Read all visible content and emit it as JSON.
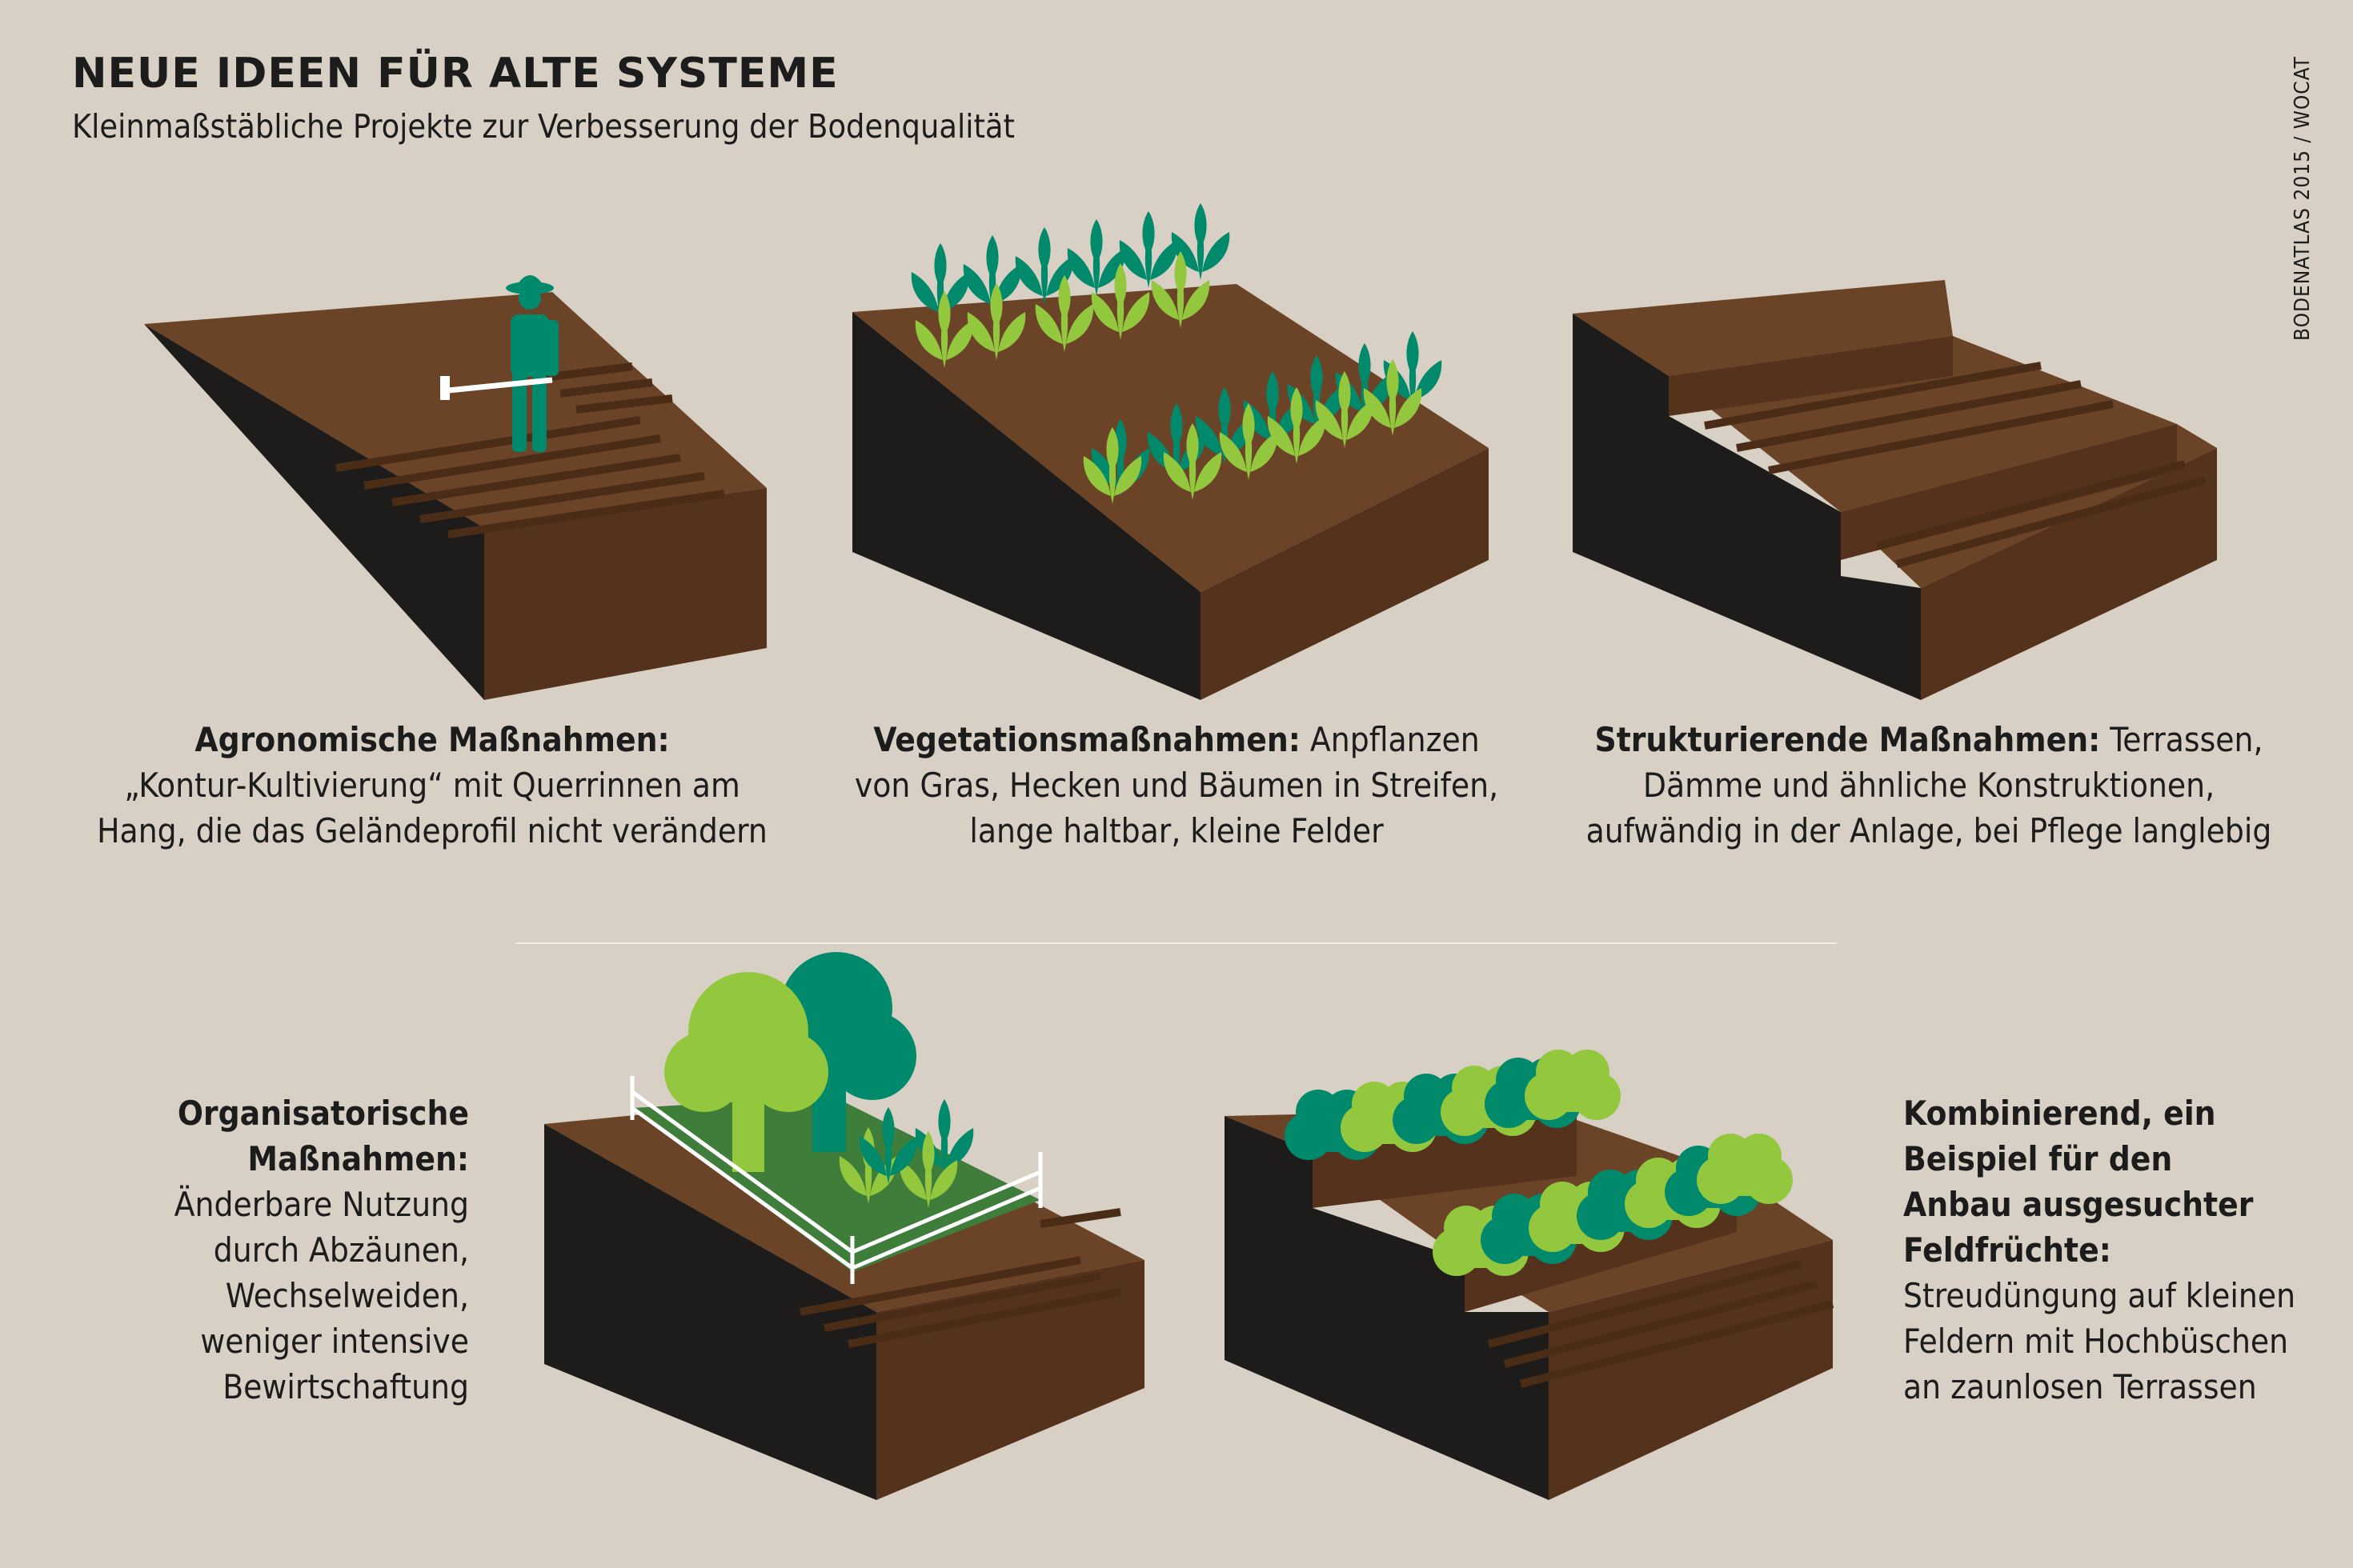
{
  "header": {
    "title": "NEUE IDEEN FÜR ALTE SYSTEME",
    "subtitle": "Kleinmaßstäbliche Projekte zur Verbesserung der Bodenqualität",
    "source": "BODENATLAS 2015 / WOCAT"
  },
  "panels": [
    {
      "heading": "Agronomische Maßnahmen:",
      "lines": [
        "„Kontur-Kultivierung“ mit Querrinnen am",
        "Hang, die das Geländeprofil nicht verändern"
      ]
    },
    {
      "heading": "Vegetationsmaßnahmen:",
      "heading_rest": " Anpflanzen",
      "lines": [
        "von Gras, Hecken und Bäumen in Streifen,",
        "lange haltbar, kleine Felder"
      ]
    },
    {
      "heading": "Strukturierende Maßnahmen:",
      "heading_rest": " Terrassen,",
      "lines": [
        "Dämme und ähnliche Konstruktionen,",
        "aufwändig in der Anlage, bei Pflege langlebig"
      ]
    },
    {
      "heading_lines": [
        "Organisatorische",
        "Maßnahmen:"
      ],
      "lines": [
        "Änderbare Nutzung",
        "durch Abzäunen,",
        "Wechselweiden,",
        "weniger intensive",
        "Bewirtschaftung"
      ]
    },
    {
      "heading_lines": [
        "Kombinierend, ein",
        "Beispiel für den",
        "Anbau ausgesuchter",
        "Feldfrüchte:"
      ],
      "lines": [
        "Streudüngung auf kleinen",
        "Feldern mit Hochbüschen",
        "an zaunlosen Terrassen"
      ]
    }
  ],
  "colors": {
    "background": "#d9d0c5",
    "soil_top": "#6b4428",
    "soil_front": "#55321c",
    "soil_side": "#1e1c1a",
    "dark_green": "#00896b",
    "light_green": "#93c83e",
    "field_green": "#3f7d3a"
  }
}
